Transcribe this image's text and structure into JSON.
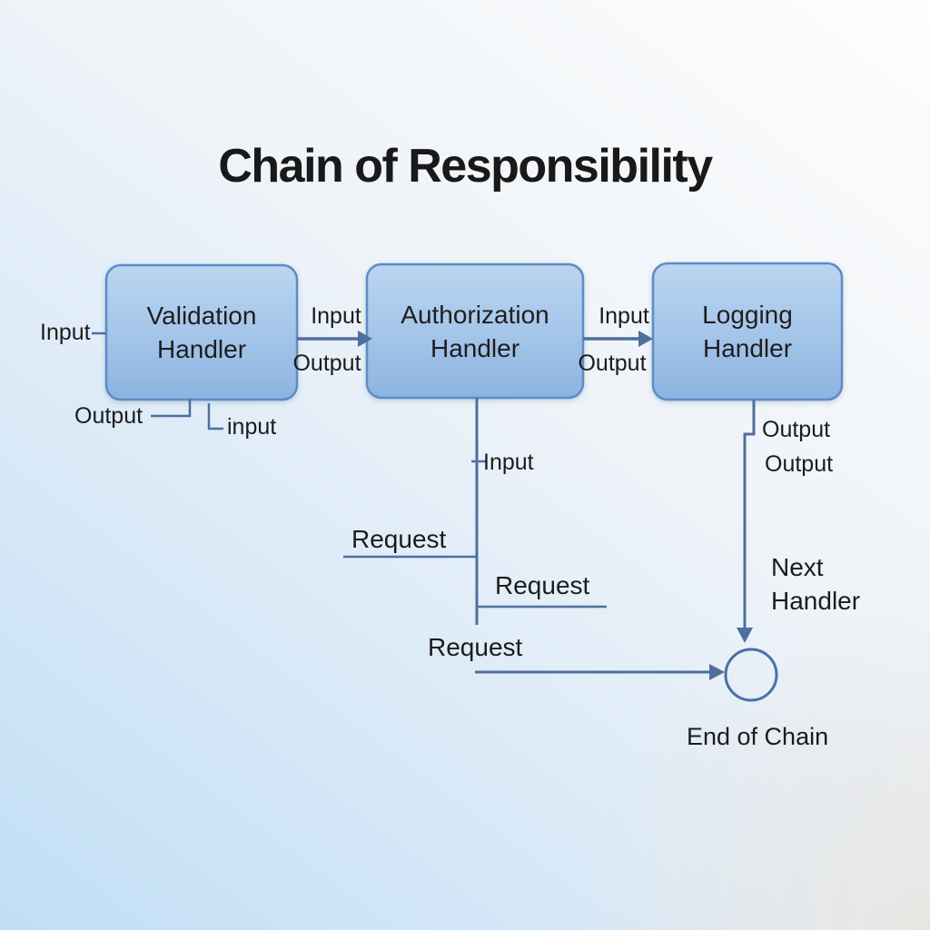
{
  "title": "Chain of Responsibility",
  "handlers": {
    "validation": {
      "line1": "Validation",
      "line2": "Handler"
    },
    "authorization": {
      "line1": "Authorization",
      "line2": "Handler"
    },
    "logging": {
      "line1": "Logging",
      "line2": "Handler"
    }
  },
  "labels": {
    "left_input": "Input",
    "arrow1_input": "Input",
    "arrow1_output": "Output",
    "arrow2_input": "Input",
    "arrow2_output": "Output",
    "validation_below_output": "Output",
    "validation_below_input": "input",
    "authorization_line_input": "Input",
    "request_left": "Request",
    "request_middle": "Request",
    "request_bottom": "Request",
    "logging_output_upper": "Output",
    "logging_output_lower": "Output",
    "next_handler_line1": "Next",
    "next_handler_line2": "Handler",
    "end_of_chain": "End of Chain"
  },
  "colors": {
    "background_bottom_left": "#c1def6",
    "background_top_right": "#fdfdfd",
    "background_bottom_right": "#e9e6e2",
    "box_fill_top": "#b9d4ef",
    "box_fill_bottom": "#8cb3e0",
    "box_border": "#5c8dc5",
    "connector": "#4f6f9e",
    "terminator_border": "#4a70a6",
    "text": "#1c1c1c"
  }
}
